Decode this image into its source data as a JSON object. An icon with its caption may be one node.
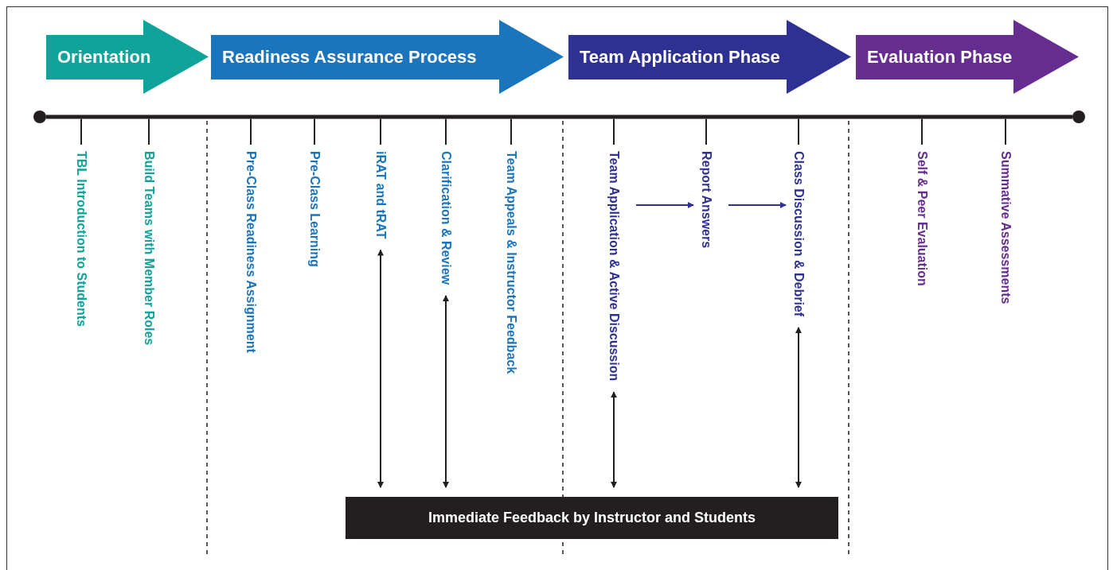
{
  "diagram": {
    "nodes": [
      {
        "text": [
          "Orientation"
        ]
      },
      {
        "text": [
          "Readiness Assurance Process"
        ]
      },
      {
        "text": [
          "Team Application Phase"
        ]
      },
      {
        "text": [
          "Evaluation Phase"
        ]
      },
      {
        "text": [
          "TBL Introduction to Students"
        ]
      },
      {
        "text": [
          "Build Teams with Member Roles"
        ]
      },
      {
        "text": [
          "Pre-Class Readiness Assignment"
        ]
      },
      {
        "text": [
          "Pre-Class Learning"
        ]
      },
      {
        "text": [
          "iRAT and tRAT"
        ]
      },
      {
        "text": [
          "Clarification & Review"
        ]
      },
      {
        "text": [
          "Team Appeals & Instructor Feedback"
        ]
      },
      {
        "text": [
          "Team Application & Active Discussion"
        ]
      },
      {
        "text": [
          "Report Answers"
        ]
      },
      {
        "text": [
          "Class Discussion & Debrief"
        ]
      },
      {
        "text": [
          "Self & Peer Evaluation"
        ]
      },
      {
        "text": [
          "Summative Assessments"
        ]
      },
      {
        "text": [
          "Immediate Feedback by Instructor and Students"
        ]
      },
      {
        "text": [],
        "shape": "bar"
      }
    ],
    "edges": [
      {
        "from": 11,
        "to": 12,
        "arrow": "to",
        "color": "#2e3192"
      },
      {
        "from": 12,
        "to": 13,
        "arrow": "to",
        "color": "#2e3192"
      },
      {
        "from": 8,
        "to": 16,
        "arrow": "both"
      },
      {
        "from": 9,
        "to": 16,
        "arrow": "both"
      },
      {
        "from": 11,
        "to": 16,
        "arrow": "both"
      },
      {
        "from": 13,
        "to": 16,
        "arrow": "both"
      },
      {
        "from": 17,
        "to": 4,
        "arrow": "none"
      },
      {
        "from": 17,
        "to": 5,
        "arrow": "none"
      },
      {
        "from": 17,
        "to": 6,
        "arrow": "none"
      },
      {
        "from": 17,
        "to": 7,
        "arrow": "none"
      },
      {
        "from": 17,
        "to": 8,
        "arrow": "none"
      },
      {
        "from": 17,
        "to": 9,
        "arrow": "none"
      },
      {
        "from": 17,
        "to": 10,
        "arrow": "none"
      },
      {
        "from": 17,
        "to": 11,
        "arrow": "none"
      },
      {
        "from": 17,
        "to": 12,
        "arrow": "none"
      },
      {
        "from": 17,
        "to": 13,
        "arrow": "none"
      },
      {
        "from": 17,
        "to": 14,
        "arrow": "none"
      },
      {
        "from": 17,
        "to": 15,
        "arrow": "none"
      }
    ]
  }
}
